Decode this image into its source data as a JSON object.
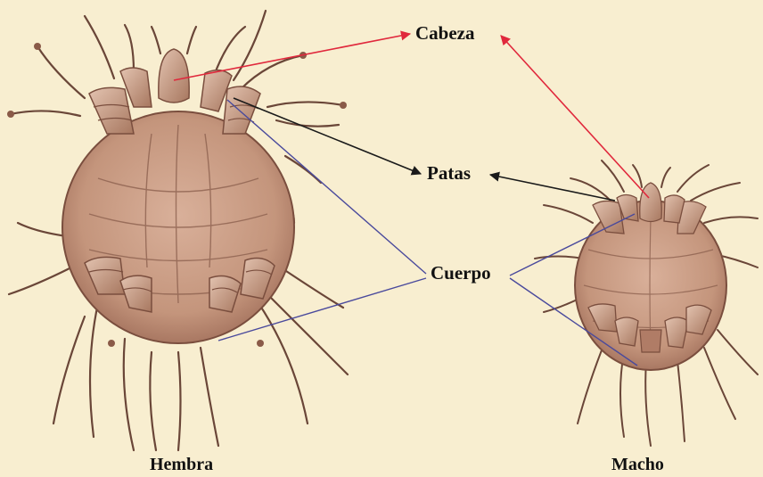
{
  "labels": {
    "head": "Cabeza",
    "legs": "Patas",
    "body": "Cuerpo",
    "female": "Hembra",
    "male": "Macho"
  },
  "colors": {
    "background": "#f8eed0",
    "mite_body": "#c89a82",
    "mite_shadow": "#8a5a48",
    "arrow_head": "#e0283c",
    "arrow_legs": "#1a1a1a",
    "line_body": "#4a4a9c"
  }
}
